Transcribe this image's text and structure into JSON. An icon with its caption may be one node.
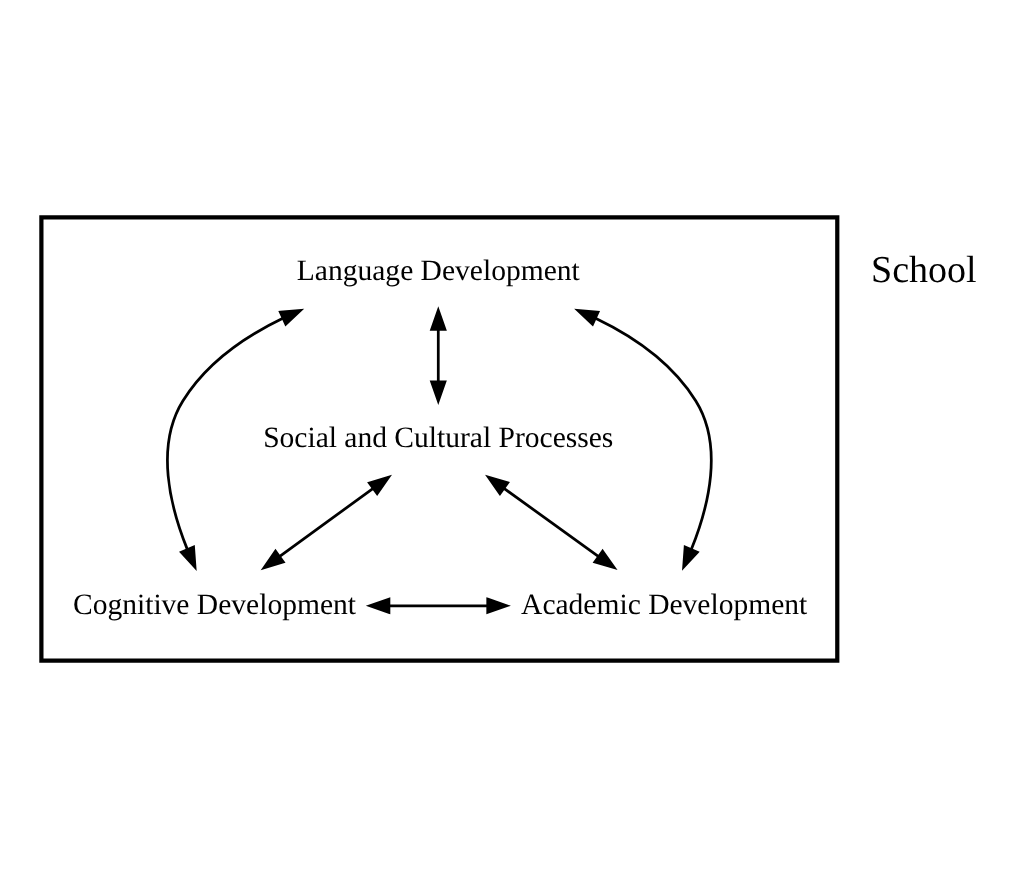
{
  "diagram": {
    "nodes": [
      {
        "text": [],
        "shape": "triangle"
      },
      {
        "text": [
          "Language Development"
        ],
        "in": 0
      },
      {
        "text": [
          "Social and Cultural Processes"
        ],
        "in": 0
      },
      {
        "text": [
          "Cognitive Development"
        ],
        "in": 0
      },
      {
        "text": [
          "Academic Development"
        ],
        "in": 0
      }
    ],
    "edges": [
      {
        "from": 1,
        "to": 2,
        "arrow": "both"
      },
      {
        "from": 1,
        "to": 3,
        "arrow": "both"
      },
      {
        "from": 1,
        "to": 4,
        "arrow": "both"
      },
      {
        "from": 2,
        "to": 3,
        "arrow": "both"
      },
      {
        "from": 2,
        "to": 4,
        "arrow": "both"
      },
      {
        "from": 3,
        "to": 4,
        "arrow": "both"
      }
    ],
    "labels": [
      "School"
    ]
  }
}
